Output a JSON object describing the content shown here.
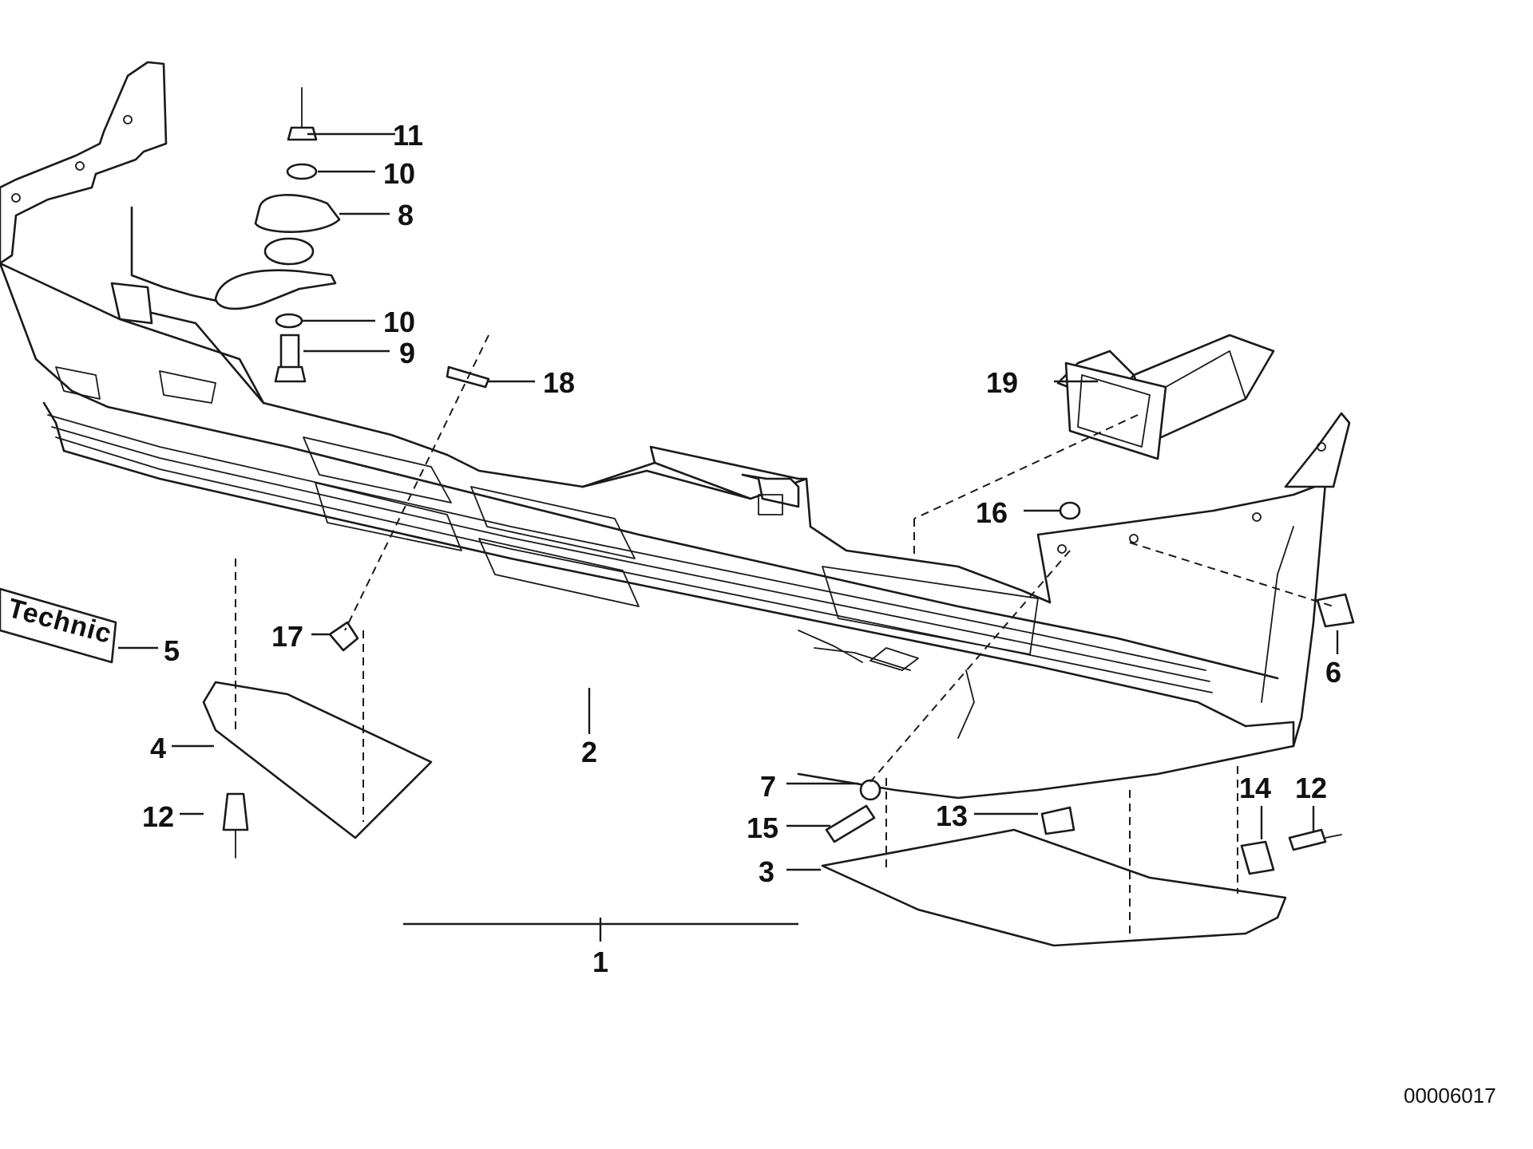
{
  "callouts": {
    "c1": "1",
    "c2": "2",
    "c3": "3",
    "c4": "4",
    "c5": "5",
    "c6": "6",
    "c7": "7",
    "c8": "8",
    "c9": "9",
    "c10a": "10",
    "c10b": "10",
    "c11": "11",
    "c12a": "12",
    "c12b": "12",
    "c13": "13",
    "c14": "14",
    "c15": "15",
    "c16": "16",
    "c17": "17",
    "c18": "18",
    "c19": "19"
  },
  "badge_text": "Technic",
  "reference_number": "00006017"
}
